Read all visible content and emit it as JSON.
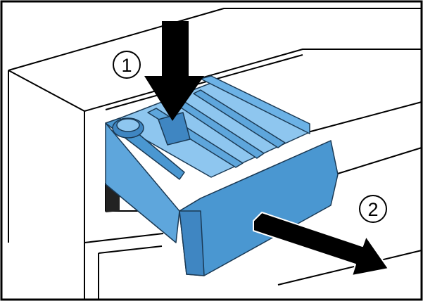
{
  "steps": [
    {
      "number": "1",
      "action": "press-down"
    },
    {
      "number": "2",
      "action": "pull-out"
    }
  ],
  "colors": {
    "drawer_blue": "#5ea6dc",
    "drawer_blue_dark": "#3f86c2",
    "drawer_blue_light": "#8ec6ef",
    "outline": "#000000",
    "machine_body": "#ffffff"
  }
}
